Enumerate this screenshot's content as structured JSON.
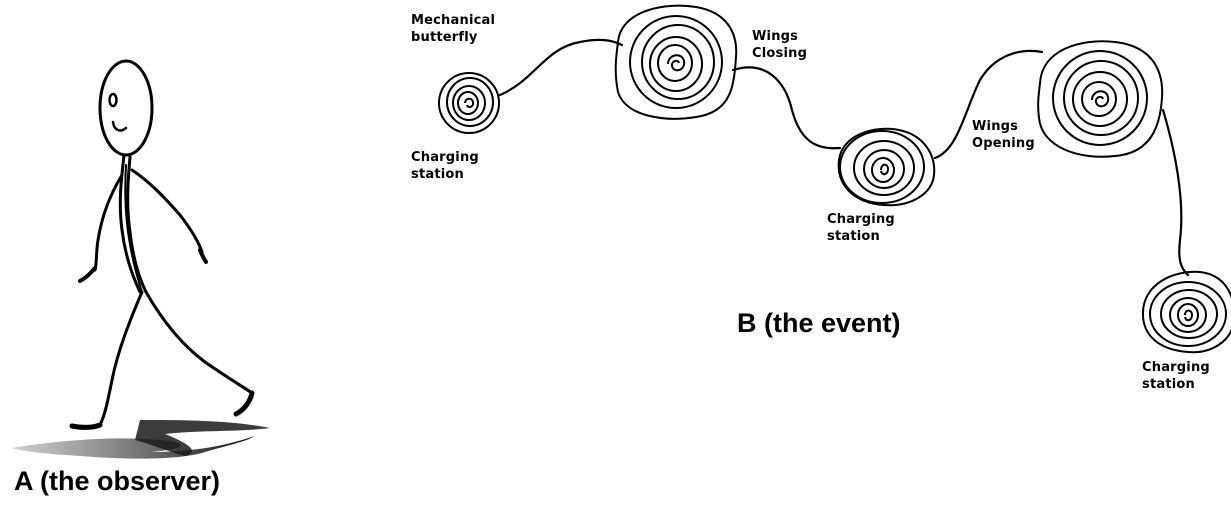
{
  "labels": {
    "observer": "A (the observer)",
    "event": "B (the event)",
    "mechanical_butterfly": "Mechanical\nbutterfly",
    "wings_closing": "Wings\nClosing",
    "wings_opening": "Wings\nOpening",
    "charging_station_1": "Charging\nstation",
    "charging_station_2": "Charging\nstation",
    "charging_station_3": "Charging\nstation"
  },
  "colors": {
    "ink": "#000000",
    "shadow_light": "#c8c8c8",
    "shadow_dark": "#1a1a1a"
  }
}
